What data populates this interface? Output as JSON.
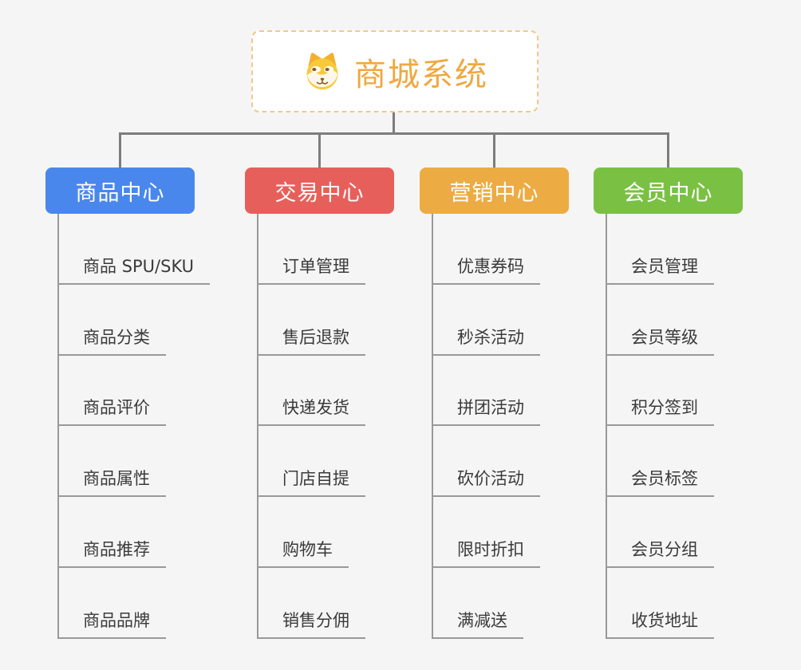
{
  "page": {
    "background": "#f5f5f5"
  },
  "root": {
    "title": "商城系统",
    "icon": "shiba-dog-icon",
    "title_color": "#efa840",
    "border_color": "#f3c887"
  },
  "connectors": {
    "main_color": "#7d7d7d",
    "branch_color": "#999999"
  },
  "branches": [
    {
      "label": "商品中心",
      "color": "#4a87ec",
      "children": [
        "商品 SPU/SKU",
        "商品分类",
        "商品评价",
        "商品属性",
        "商品推荐",
        "商品品牌"
      ]
    },
    {
      "label": "交易中心",
      "color": "#e75f5b",
      "children": [
        "订单管理",
        "售后退款",
        "快递发货",
        "门店自提",
        "购物车",
        "销售分佣"
      ]
    },
    {
      "label": "营销中心",
      "color": "#ecac43",
      "children": [
        "优惠券码",
        "秒杀活动",
        "拼团活动",
        "砍价活动",
        "限时折扣",
        "满减送"
      ]
    },
    {
      "label": "会员中心",
      "color": "#7ac143",
      "children": [
        "会员管理",
        "会员等级",
        "积分签到",
        "会员标签",
        "会员分组",
        "收货地址"
      ]
    }
  ]
}
